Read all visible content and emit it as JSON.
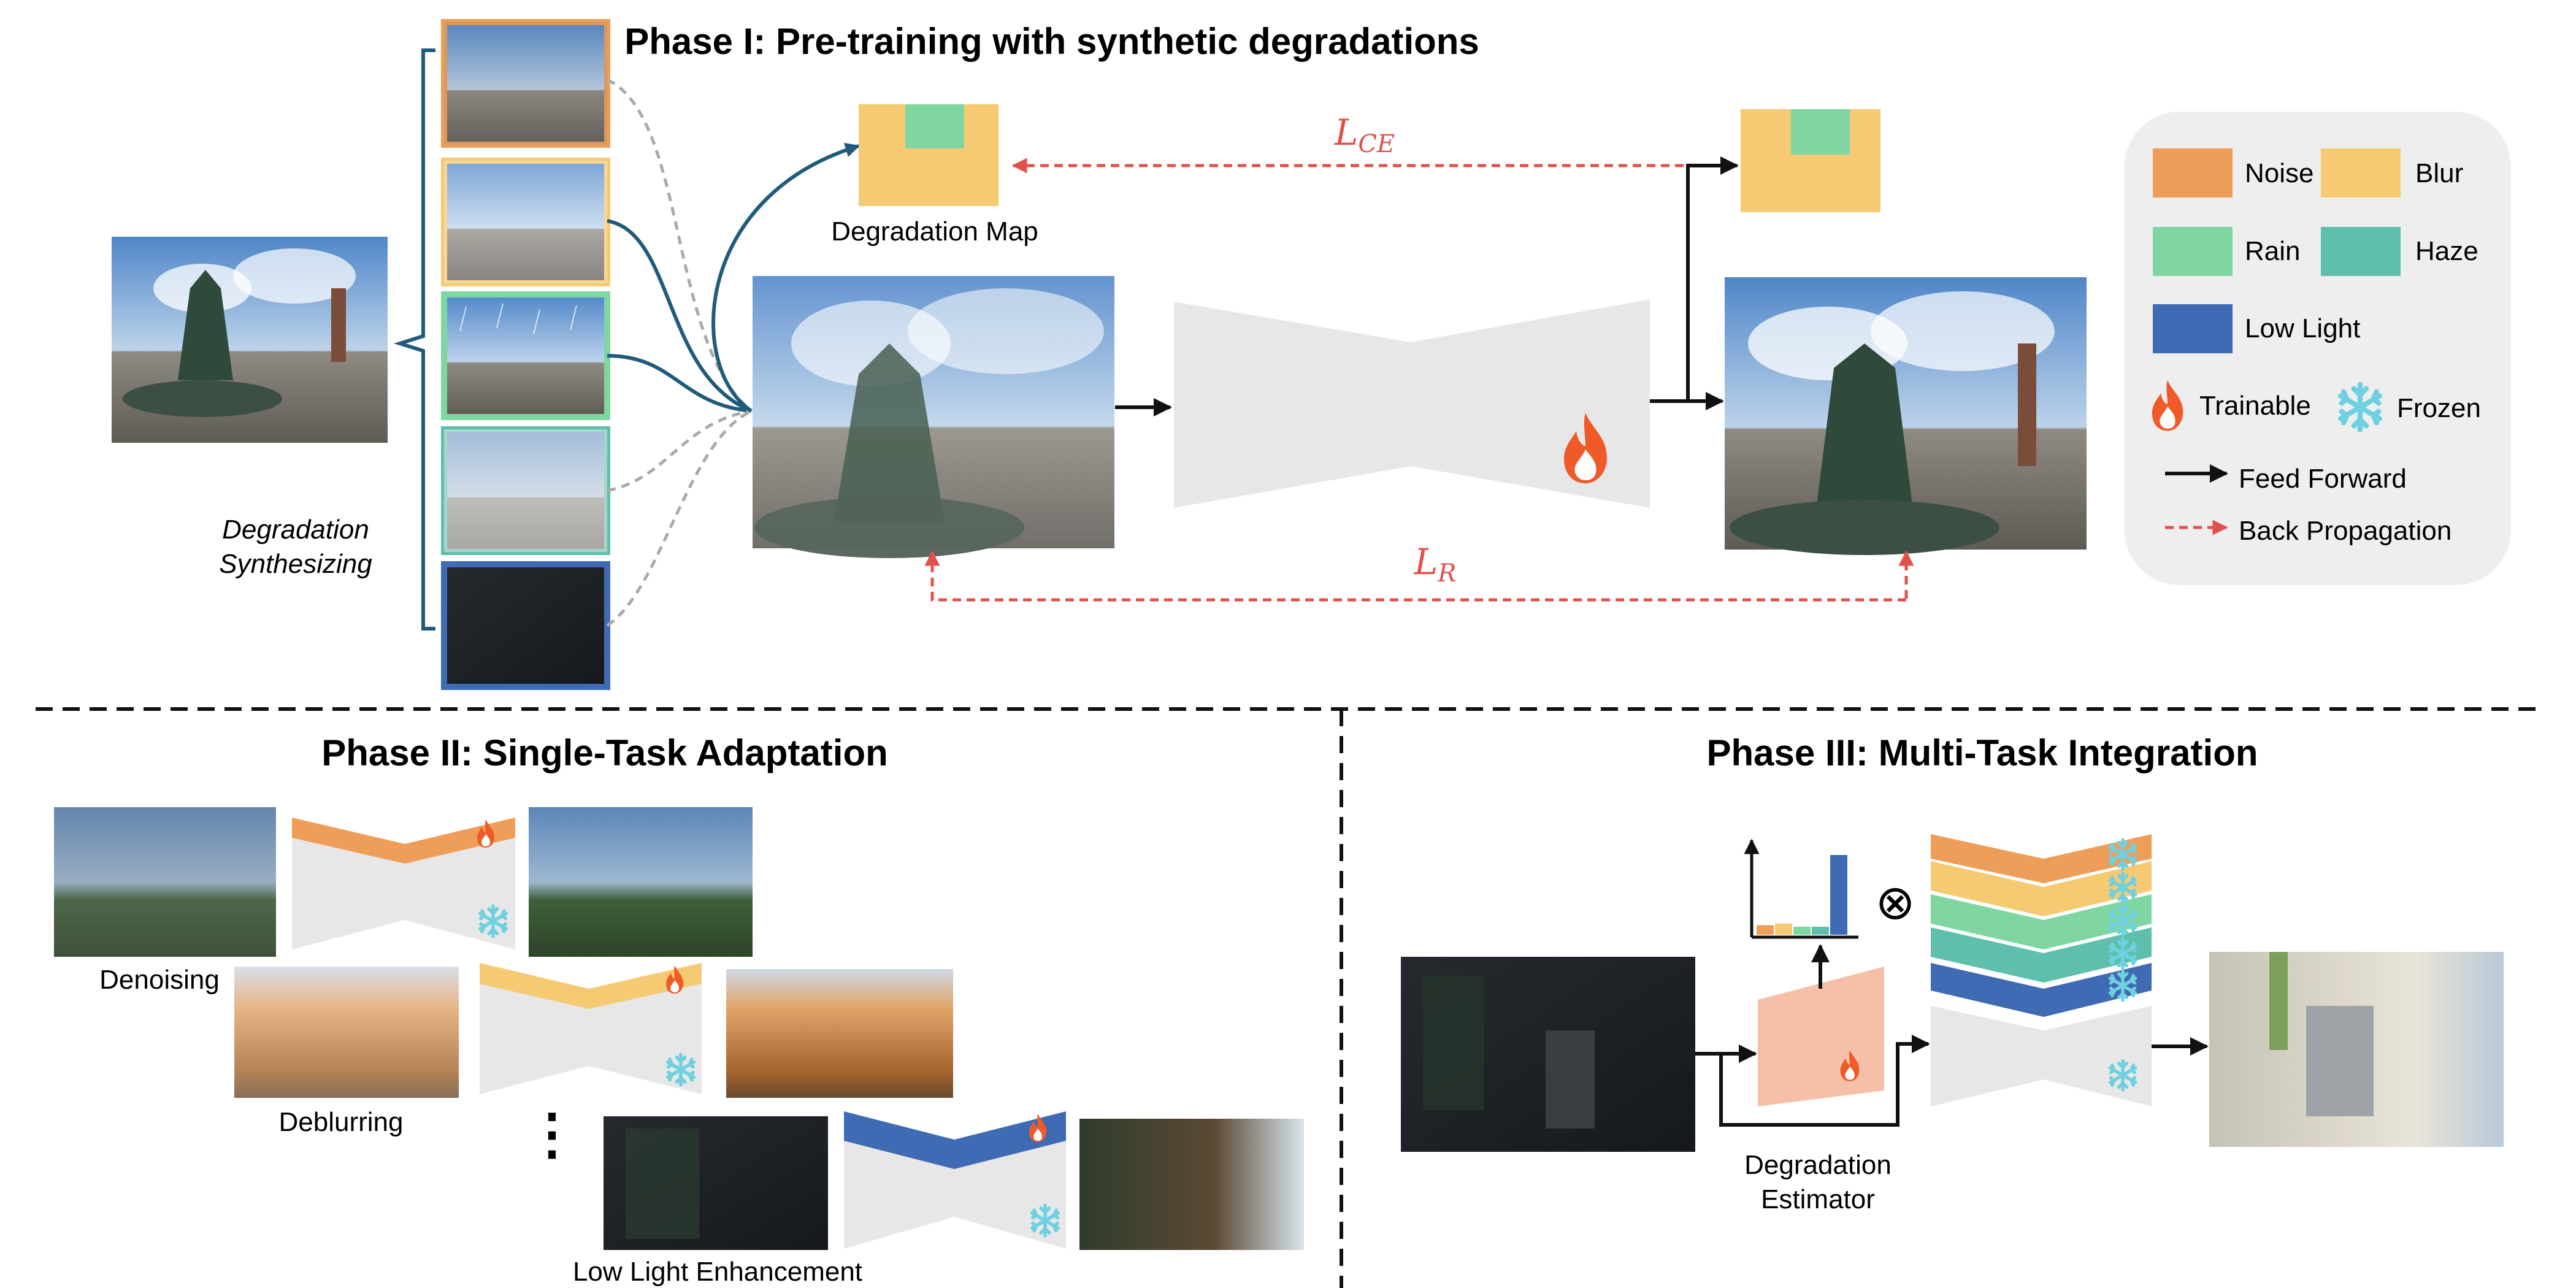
{
  "colors": {
    "noise": "#ee9e58",
    "blur": "#f6ca73",
    "rain": "#7fd6a0",
    "haze": "#5ec0ac",
    "low_light": "#3f6bb5",
    "network": "#e7e7e7",
    "estimator": "#f6c0a8",
    "arrow_feed": "#111111",
    "arrow_back": "#e2504a",
    "synth_curve": "#1f5b7a",
    "legend_bg": "#eeeeee"
  },
  "icons": {
    "trainable": "flame-icon",
    "frozen": "snowflake-icon"
  },
  "phase1": {
    "title": "Phase I: Pre-training with synthetic degradations",
    "synth_label_line1": "Degradation",
    "synth_label_line2": "Synthesizing",
    "degradation_map_label": "Degradation Map",
    "loss_ce": "LCE",
    "loss_r": "LR"
  },
  "legend": {
    "noise": "Noise",
    "blur": "Blur",
    "rain": "Rain",
    "haze": "Haze",
    "low_light": "Low Light",
    "trainable": "Trainable",
    "frozen": "Frozen",
    "feed_forward": "Feed Forward",
    "back_propagation": "Back Propagation"
  },
  "phase2": {
    "title": "Phase II: Single-Task Adaptation",
    "tasks": [
      "Denoising",
      "Deblurring",
      "Low Light Enhancement"
    ],
    "ellipsis": "⋮"
  },
  "phase3": {
    "title": "Phase III: Multi-Task Integration",
    "estimator_line1": "Degradation",
    "estimator_line2": "Estimator",
    "multiply_symbol": "⊗",
    "estimator_weights": [
      0.12,
      0.14,
      0.1,
      0.1,
      1.0
    ]
  }
}
